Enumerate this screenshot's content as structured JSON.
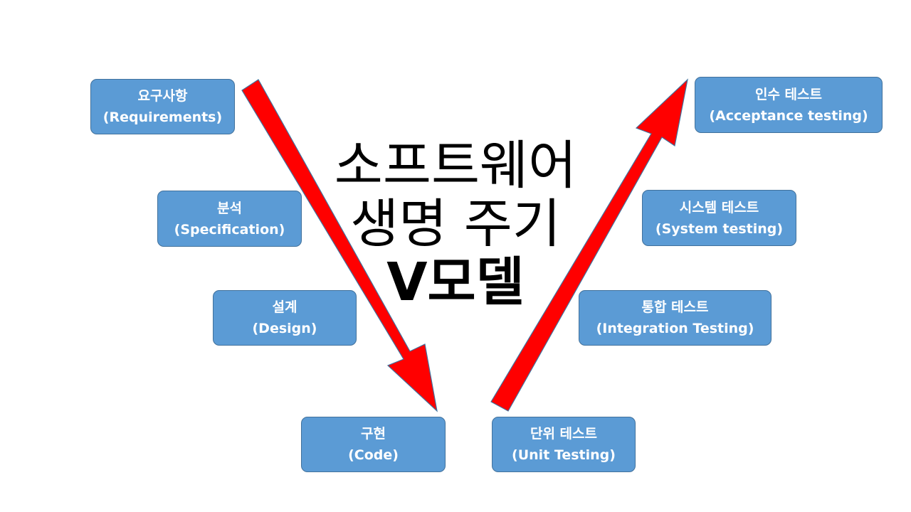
{
  "title": {
    "line1": "소프트웨어",
    "line2": "생명 주기",
    "line3": "V모델"
  },
  "stages": {
    "requirements": {
      "ko": "요구사항",
      "en": "(Requirements)"
    },
    "specification": {
      "ko": "분석",
      "en": "(Specification)"
    },
    "design": {
      "ko": "설계",
      "en": "(Design)"
    },
    "code": {
      "ko": "구현",
      "en": "(Code)"
    },
    "unit": {
      "ko": "단위 테스트",
      "en": "(Unit Testing)"
    },
    "integration": {
      "ko": "통합 테스트",
      "en": "(Integration Testing)"
    },
    "system": {
      "ko": "시스템 테스트",
      "en": "(System testing)"
    },
    "acceptance": {
      "ko": "인수 테스트",
      "en": "(Acceptance testing)"
    }
  },
  "colors": {
    "box_fill": "#5b9bd5",
    "box_border": "#41719c",
    "arrow_fill": "#ff0000",
    "arrow_border": "#41719c"
  }
}
